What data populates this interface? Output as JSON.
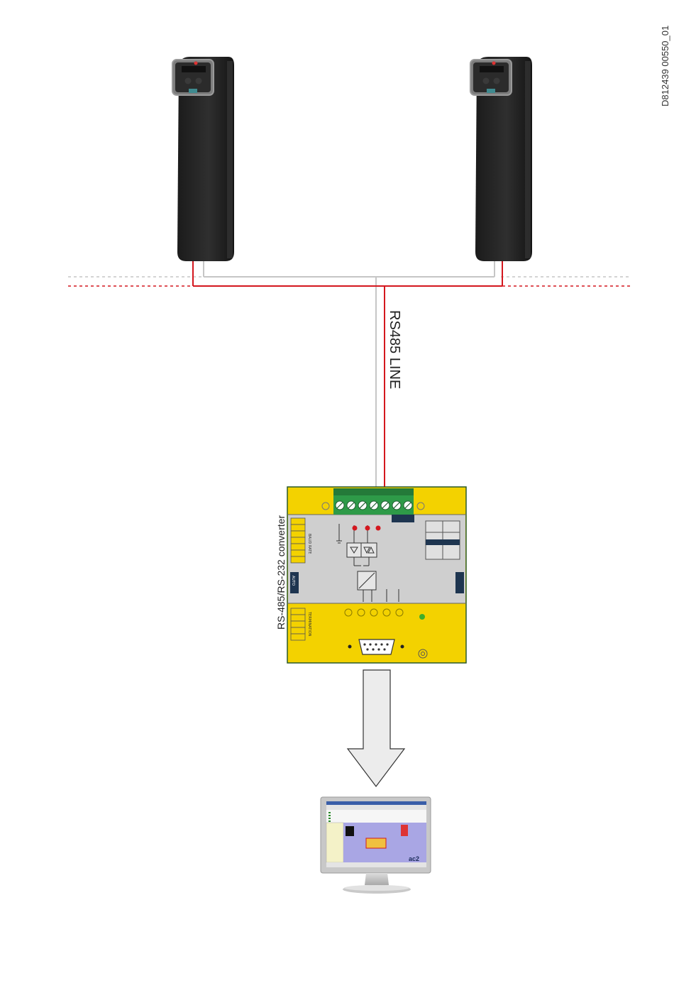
{
  "drawing_code": "D812439 00550_01",
  "line_label": "RS485 LINE",
  "converter": {
    "label": "RS-485/RS-232 converter",
    "baud_rate_label": "BAUD RATE",
    "auto_label": "AUTO",
    "termination_label": "TERMINATION"
  },
  "software_brand": "ac2",
  "colors": {
    "bus_red": "#d4171e",
    "bus_grey": "#bfbfbf",
    "converter_yellow": "#f3d200",
    "converter_grey": "#cfcfcf",
    "terminal_green": "#2e9a48",
    "arrow_fill": "#ececec"
  }
}
